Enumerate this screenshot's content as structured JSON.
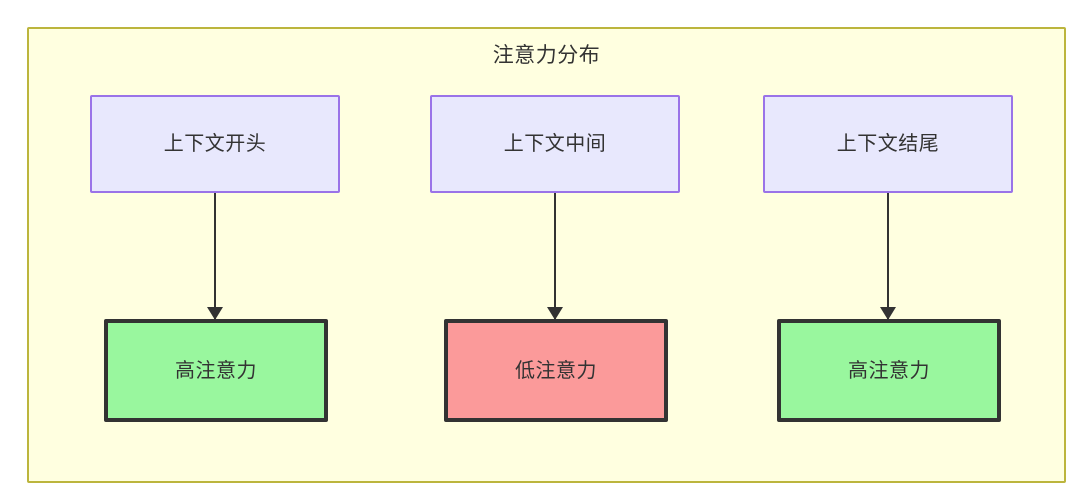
{
  "diagram": {
    "title": "注意力分布",
    "container": {
      "fill": "#ffffe0",
      "stroke": "#bcb53d"
    },
    "colors": {
      "source_fill": "#e8e8fd",
      "source_stroke": "#9a73e8",
      "high_attention_fill": "#99f79e",
      "low_attention_fill": "#fb9a9a",
      "node_stroke": "#333333",
      "edge": "#333333",
      "text": "#333333"
    },
    "columns": [
      {
        "source": {
          "label": "上下文开头"
        },
        "edge": {
          "marker": "arrow-down"
        },
        "target": {
          "label": "高注意力",
          "level": "high"
        }
      },
      {
        "source": {
          "label": "上下文中间"
        },
        "edge": {
          "marker": "arrow-down"
        },
        "target": {
          "label": "低注意力",
          "level": "low"
        }
      },
      {
        "source": {
          "label": "上下文结尾"
        },
        "edge": {
          "marker": "arrow-down"
        },
        "target": {
          "label": "高注意力",
          "level": "high"
        }
      }
    ]
  }
}
